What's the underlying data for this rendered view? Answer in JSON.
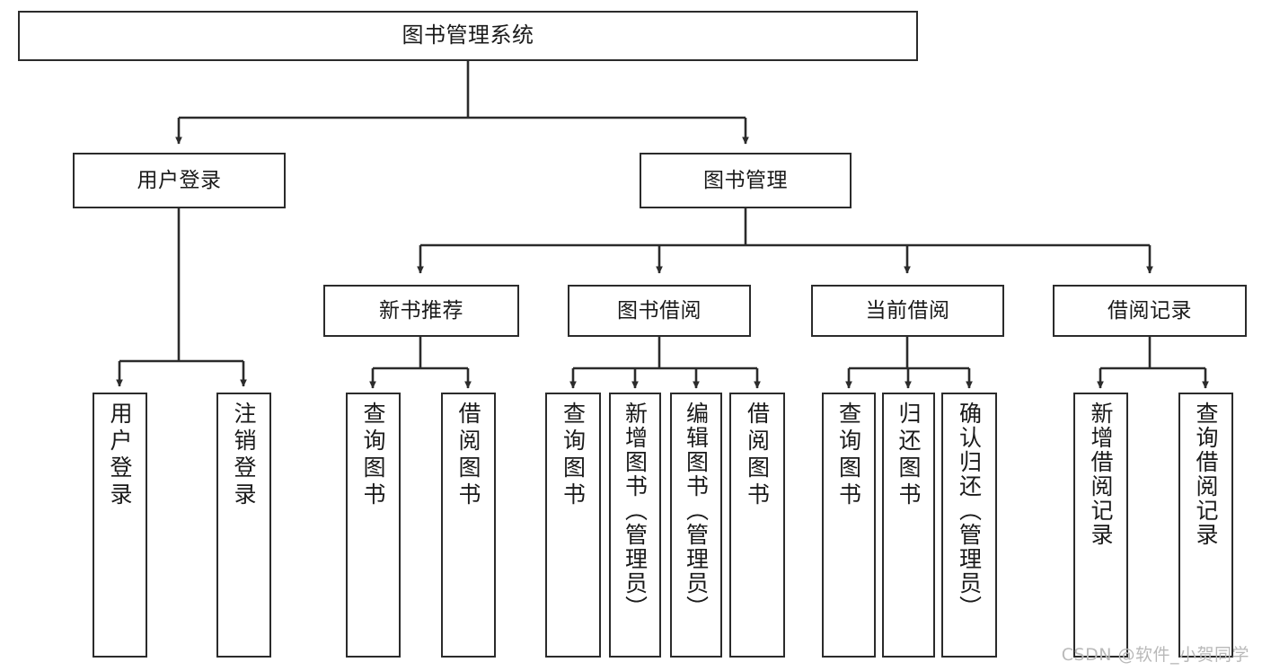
{
  "diagram": {
    "type": "tree-hierarchy",
    "title": "图书管理系统",
    "orientation": "top-down",
    "colors": {
      "box_border": "#2b2b2b",
      "box_fill": "#ffffff",
      "connector": "#2b2b2b",
      "text": "#1a1a1a",
      "watermark": "#b9b9b9",
      "background": "#ffffff"
    }
  },
  "root": {
    "label": "图书管理系统"
  },
  "level1": [
    {
      "label": "用户登录"
    },
    {
      "label": "图书管理"
    }
  ],
  "level2": [
    {
      "label": "新书推荐"
    },
    {
      "label": "图书借阅"
    },
    {
      "label": "当前借阅"
    },
    {
      "label": "借阅记录"
    }
  ],
  "leaves": {
    "user_login": [
      {
        "label": "用户登录"
      },
      {
        "label": "注销登录"
      }
    ],
    "new_book": [
      {
        "label": "查询图书"
      },
      {
        "label": "借阅图书"
      }
    ],
    "book_borrow": [
      {
        "label": "查询图书"
      },
      {
        "label": "新增图书（管理员）"
      },
      {
        "label": "编辑图书（管理员）"
      },
      {
        "label": "借阅图书"
      }
    ],
    "current_borrow": [
      {
        "label": "查询图书"
      },
      {
        "label": "归还图书"
      },
      {
        "label": "确认归还（管理员）"
      }
    ],
    "borrow_record": [
      {
        "label": "新增借阅记录"
      },
      {
        "label": "查询借阅记录"
      }
    ]
  },
  "watermark": {
    "text": "CSDN @软件_小贺同学"
  }
}
